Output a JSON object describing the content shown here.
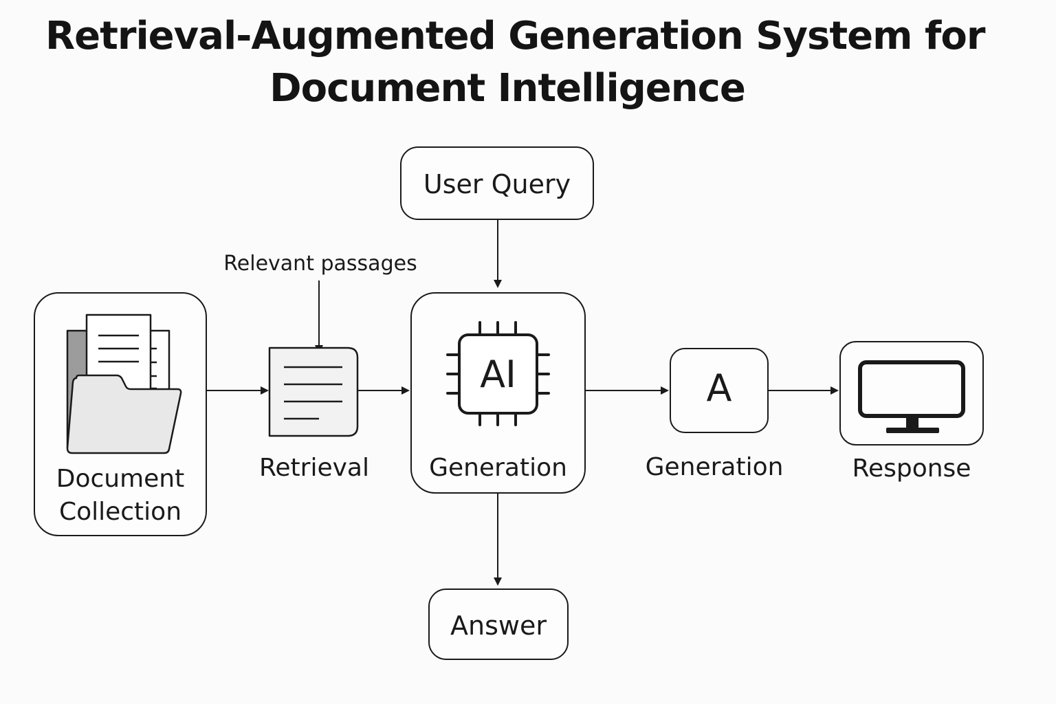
{
  "title": {
    "line1": "Retrieval-Augmented Generation System for",
    "line2": "Document Intelligence"
  },
  "nodes": {
    "user_query": "User Query",
    "relevant_passages": "Relevant passages",
    "document_collection_line1": "Document",
    "document_collection_line2": "Collection",
    "retrieval": "Retrieval",
    "ai_chip_text": "AI",
    "generation_ai": "Generation",
    "letter_a": "A",
    "generation": "Generation",
    "response": "Response",
    "answer": "Answer"
  },
  "icons": {
    "document_collection": "folder-documents-icon",
    "retrieval": "document-page-icon",
    "generation_ai": "ai-chip-icon",
    "generation": "letter-a-icon",
    "response": "monitor-icon"
  },
  "colors": {
    "stroke": "#1a1a1a",
    "background": "#fbfbfb",
    "folder_fill": "#e8e8e8",
    "page_fill": "#f2f2f2"
  }
}
